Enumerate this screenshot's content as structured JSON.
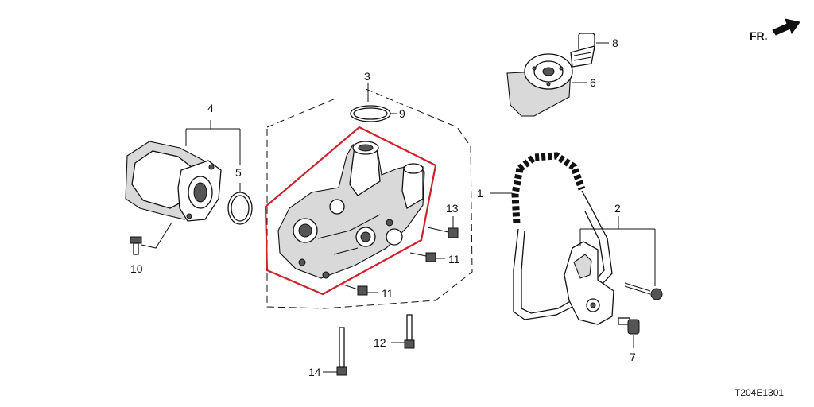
{
  "diagram": {
    "front_marker": "FR.",
    "diagram_code": "T204E1301",
    "highlight_color": "#d0202a",
    "callouts": [
      "1",
      "2",
      "3",
      "4",
      "5",
      "6",
      "7",
      "8",
      "9",
      "10",
      "11",
      "11",
      "12",
      "13",
      "14"
    ]
  }
}
